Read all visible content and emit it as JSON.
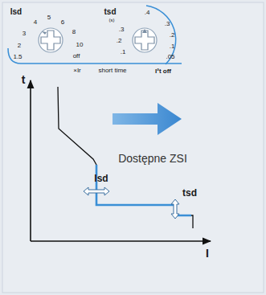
{
  "diagram": {
    "labels": [
      "Isd",
      "1.5",
      "2",
      "3",
      "4",
      "5",
      "6",
      "8",
      "10",
      "off",
      "×Ir",
      "tsd",
      "(s)",
      ".4",
      ".3",
      ".2",
      ".1",
      ".3",
      ".2",
      ".1",
      ".05",
      "short time",
      "I²t off",
      "t",
      "I",
      "Dostępne ZSI",
      "Isd",
      "tsd"
    ]
  }
}
